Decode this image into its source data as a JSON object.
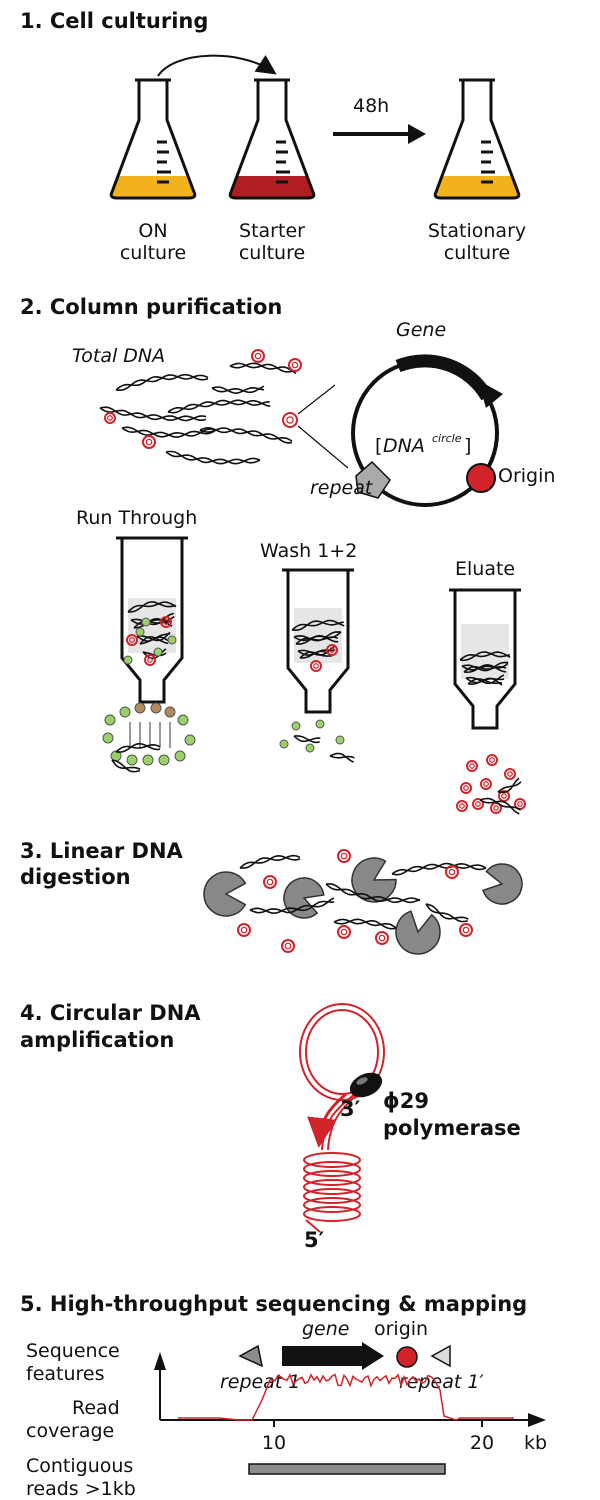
{
  "section1": {
    "title": "1. Cell culturing",
    "time_label": "48h",
    "flask1_label": [
      "ON",
      "culture"
    ],
    "flask2_label": [
      "Starter",
      "culture"
    ],
    "flask3_label": [
      "Stationary",
      "culture"
    ]
  },
  "section2": {
    "title": "2. Column purification",
    "total_dna": "Total DNA",
    "gene": "Gene",
    "dna_circle": "DNA",
    "dna_circle_sup": "circle",
    "origin": "Origin",
    "repeat": "repeat",
    "col1": "Run Through",
    "col2": "Wash 1+2",
    "col3": "Eluate"
  },
  "section3": {
    "title": [
      "3. Linear DNA",
      "digestion"
    ]
  },
  "section4": {
    "title": [
      "4. Circular DNA",
      "amplification"
    ],
    "phi": "ϕ29",
    "polymerase": "polymerase",
    "three_prime": "3′",
    "five_prime": "5′"
  },
  "section5": {
    "title": "5.  High-throughput sequencing & mapping",
    "seq_features": [
      "Sequence",
      "features"
    ],
    "read_coverage": [
      "Read",
      "coverage"
    ],
    "contiguous": [
      "Contiguous",
      "reads >1kb"
    ],
    "gene": "gene",
    "origin": "origin",
    "repeat1": "repeat 1",
    "repeat1p": "repeat 1′",
    "tick10": "10",
    "tick20": "20",
    "unit": "kb"
  },
  "colors": {
    "red": "#d2232a",
    "yellow": "#f2b21c",
    "darkred": "#b01e23",
    "gray": "#8c8c8c",
    "green": "#9ad06a",
    "brown": "#b08a5a"
  }
}
